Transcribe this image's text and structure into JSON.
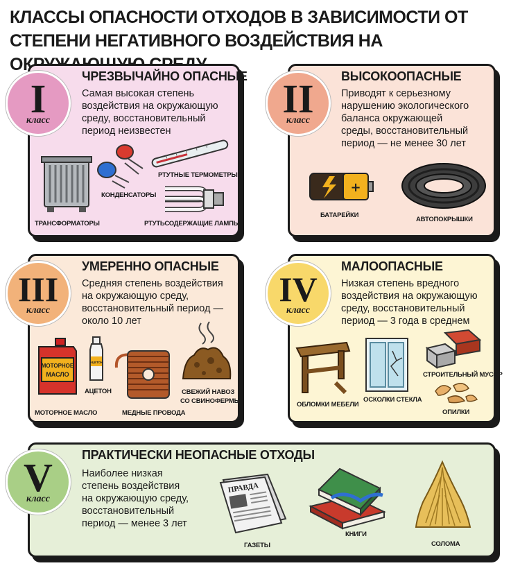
{
  "header": {
    "title": "КЛАССЫ ОПАСНОСТИ ОТХОДОВ В ЗАВИСИМОСТИ ОТ СТЕПЕНИ НЕГАТИВНОГО ВОЗДЕЙСТВИЯ НА ОКРУЖАЮЩУЮ СРЕДУ"
  },
  "class_word": "класс",
  "colors": {
    "c1": "#f7dcec",
    "c2": "#fbe3d8",
    "c3": "#fbe9d9",
    "c4": "#fdf5d4",
    "c5": "#e6efd8",
    "badge1": "#e59ac2",
    "badge2": "#f0a88e",
    "badge3": "#f2b27a",
    "badge4": "#f8d86a",
    "badge5": "#a9cf86"
  },
  "cards": [
    {
      "num": "I",
      "title": "ЧРЕЗВЫЧАЙНО ОПАСНЫЕ",
      "desc": [
        "Самая высокая степень",
        "воздействия на окружающую",
        "среду, восстановительный",
        "период неизвестен"
      ],
      "items": [
        "ТРАНСФОРМАТОРЫ",
        "КОНДЕНСАТОРЫ",
        "РТУТНЫЕ ТЕРМОМЕТРЫ",
        "РТУТЬСОДЕРЖАЩИЕ ЛАМПЫ"
      ]
    },
    {
      "num": "II",
      "title": "ВЫСОКООПАСНЫЕ",
      "desc": [
        "Приводят к серьезному",
        "нарушению экологического",
        "баланса окружающей",
        "среды, восстановительный",
        "период — не менее 30 лет"
      ],
      "items": [
        "БАТАРЕЙКИ",
        "АВТОПОКРЫШКИ"
      ]
    },
    {
      "num": "III",
      "title": "УМЕРЕННО ОПАСНЫЕ",
      "desc": [
        "Средняя степень воздействия",
        "на окружающую среду,",
        "восстановительный период —",
        "около 10 лет"
      ],
      "items": [
        "МОТОРНОЕ МАСЛО",
        "АЦЕТОН",
        "МЕДНЫЕ ПРОВОДА",
        "СВЕЖИЙ НАВОЗ",
        "СО СВИНОФЕРМЫ"
      ],
      "can_label": [
        "МОТОРНОЕ",
        "МАСЛО"
      ],
      "bottle_label": "АЦЕТОН"
    },
    {
      "num": "IV",
      "title": "МАЛООПАСНЫЕ",
      "desc": [
        "Низкая степень вредного",
        "воздействия на окружающую",
        "среду, восстановительный",
        "период — 3 года в среднем"
      ],
      "items": [
        "ОБЛОМКИ МЕБЕЛИ",
        "ОСКОЛКИ СТЕКЛА",
        "СТРОИТЕЛЬНЫЙ МУСОР",
        "ОПИЛКИ"
      ]
    },
    {
      "num": "V",
      "title": "ПРАКТИЧЕСКИ НЕОПАСНЫЕ ОТХОДЫ",
      "desc": [
        "Наиболее низкая",
        "степень воздействия",
        "на окружающую среду,",
        "восстановительный",
        "период — менее 3 лет"
      ],
      "items": [
        "ГАЗЕТЫ",
        "КНИГИ",
        "СОЛОМА"
      ],
      "newspaper_label": "ПРАВДА"
    }
  ]
}
